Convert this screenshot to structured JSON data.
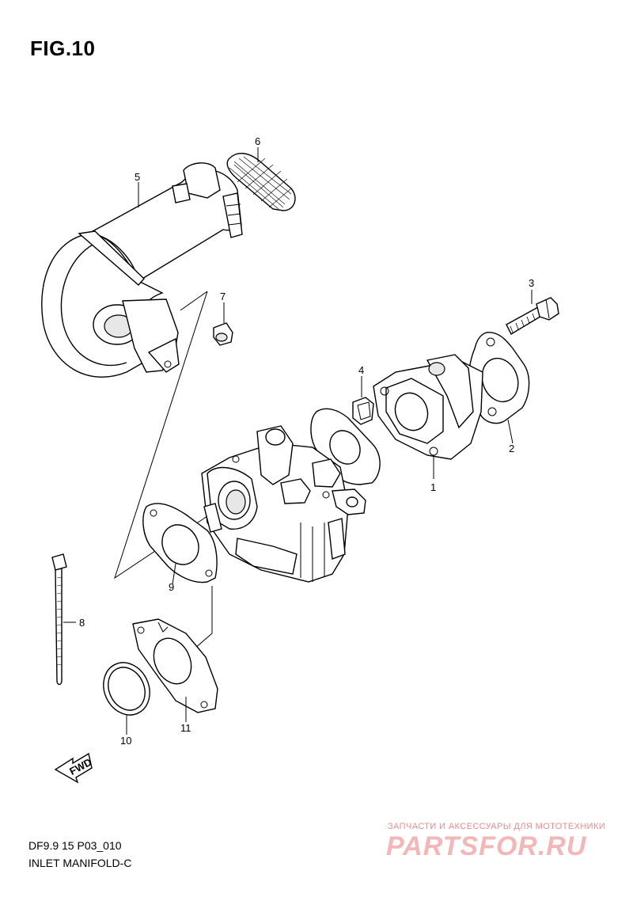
{
  "figure": {
    "title": "FIG.10"
  },
  "callouts": [
    {
      "id": "1",
      "text": "1"
    },
    {
      "id": "2",
      "text": "2"
    },
    {
      "id": "3",
      "text": "3"
    },
    {
      "id": "4",
      "text": "4"
    },
    {
      "id": "5",
      "text": "5"
    },
    {
      "id": "6",
      "text": "6"
    },
    {
      "id": "7",
      "text": "7"
    },
    {
      "id": "8",
      "text": "8"
    },
    {
      "id": "9",
      "text": "9"
    },
    {
      "id": "10",
      "text": "10"
    },
    {
      "id": "11",
      "text": "11"
    }
  ],
  "fwd_label": "FWD",
  "footer": {
    "code": "DF9.9 15 P03_010",
    "name": "INLET MANIFOLD-C"
  },
  "watermark": {
    "subtitle": "ЗАПЧАСТИ И АКСЕССУАРЫ ДЛЯ МОТОТЕХНИКИ",
    "brand": "PARTSFOR.RU"
  }
}
